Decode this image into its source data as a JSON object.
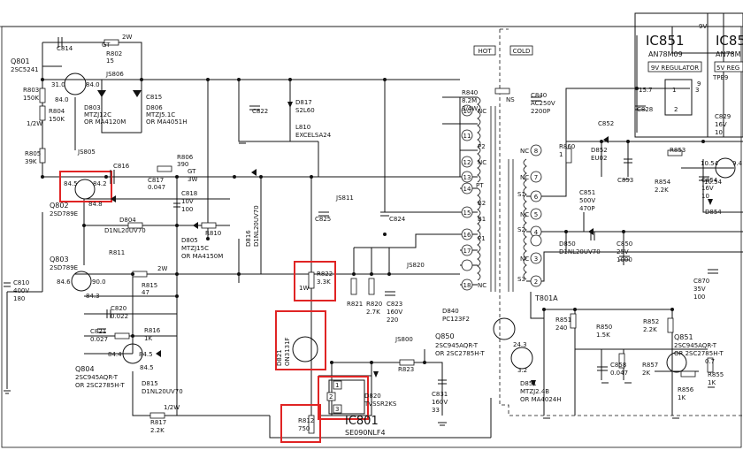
{
  "zones": {
    "hot": "HOT",
    "cold": "COLD"
  },
  "ic801": {
    "label": "IC801",
    "part": "SE090NLF4",
    "pin1": "1",
    "pin2": "2",
    "pin3": "3"
  },
  "ic851": {
    "label": "IC851",
    "part": "AN78M09",
    "desc": "9V REGULATOR",
    "pin1": "1",
    "pin2": "2",
    "pin3": "3"
  },
  "ic85x": {
    "label": "IC85",
    "part": "AN78M",
    "desc": "5V REG"
  },
  "supply_9v": "9V",
  "tpe9": "TPE9",
  "q801": {
    "label": "Q801",
    "part": "2SC5241",
    "v_base": "31.0",
    "v_col": "84.0",
    "v_emit": "84.0"
  },
  "q802": {
    "label": "Q802",
    "part": "2SD789E",
    "v_b": "84.5",
    "v_c": "84.2",
    "v_e": "84.8"
  },
  "q803": {
    "label": "Q803",
    "part": "2SD789E",
    "v_b": "84.6",
    "v_e": "90.0"
  },
  "q804": {
    "label": "Q804",
    "part1": "2SC945AQR-T",
    "part2": "OR 2SC2785H-T",
    "v_b": "84.4",
    "v_e": "84.5"
  },
  "q850": {
    "label": "Q850",
    "part1": "2SC945AQR-T",
    "part2": "OR 2SC2785H-T",
    "v_b": "24.3",
    "v_e": "3.2"
  },
  "q851": {
    "label": "Q851",
    "part1": "2SC945AQR-T",
    "part2": "OR 2SC2785H-T",
    "v": "0.7"
  },
  "q85x": {
    "v1": "10.54",
    "v2": "9.4"
  },
  "volt_misc": {
    "v843": "84.3",
    "v1": "15.7",
    "v2": "9",
    "v3": "10.54"
  },
  "t801": {
    "label": "T801A",
    "pins": [
      "10",
      "11",
      "12",
      "13",
      "14",
      "15",
      "16",
      "17",
      "18",
      "8",
      "7",
      "6",
      "5",
      "4",
      "3",
      "2"
    ],
    "nc": "NC",
    "p2": "P2",
    "b2": "B2",
    "pt": "PT",
    "b1": "B1",
    "p1": "P1",
    "s1": "S1",
    "s2": "S2",
    "s3": "S3"
  },
  "d840": {
    "label": "D840",
    "part": "PC123F2"
  },
  "components": {
    "c814": "C814",
    "r802": {
      "ref": "R802",
      "val": "15",
      "w": "2W",
      "gt": "GT"
    },
    "js806": "JS806",
    "c815": "C815",
    "d803": {
      "ref": "D803",
      "part": "MTZJ12C",
      "alt": "OR MA4120M"
    },
    "d806": {
      "ref": "D806",
      "part": "MTZJ5.1C",
      "alt": "OR MA4051H"
    },
    "r803": {
      "ref": "R803",
      "val": "150K"
    },
    "r804": {
      "ref": "R804",
      "val": "150K",
      "w": "1/2W"
    },
    "r805": {
      "ref": "R805",
      "val": "39K"
    },
    "js805": "JS805",
    "c816": "C816",
    "r806": {
      "ref": "R806",
      "val": "390",
      "w": "3W",
      "gt": "GT"
    },
    "c817": {
      "ref": "C817",
      "val": "0.047"
    },
    "c818": {
      "ref": "C818",
      "v1": "10V",
      "v2": "100"
    },
    "d804": {
      "ref": "D804",
      "part": "D1NL20UV70"
    },
    "r810": "R810",
    "r811": "R811",
    "d805": {
      "ref": "D805",
      "part": "MTZJ15C",
      "alt": "OR MA4150M"
    },
    "d816": {
      "ref": "D816",
      "part": "D1NL20UV70"
    },
    "c822": "C822",
    "d817": {
      "ref": "D817",
      "part": "S2L60"
    },
    "l810": {
      "ref": "L810",
      "part": "EXCELSA24"
    },
    "js811": "JS811",
    "c825": "C825",
    "c824": "C824",
    "r822": {
      "ref": "R822",
      "val": "3.3K",
      "w": "1W"
    },
    "js820": "JS820",
    "r821": "R821",
    "r820": {
      "ref": "R820",
      "val": "2.7K"
    },
    "c823": {
      "ref": "C823",
      "v1": "160V",
      "v2": "220"
    },
    "c810": {
      "ref": "C810",
      "v1": "400V",
      "v2": "180"
    },
    "r816": {
      "ref": "R816",
      "val": "1K"
    },
    "r815": {
      "ref": "R815",
      "val": "47",
      "w": "2W"
    },
    "c820": {
      "ref": "C820",
      "val": "0.022"
    },
    "c821": {
      "ref": "C821",
      "val": "0.027"
    },
    "d815": {
      "ref": "D815",
      "part": "D1NL20UV70"
    },
    "r817": {
      "ref": "R817",
      "val": "2.2K",
      "w": "1/2W"
    },
    "d821": {
      "ref": "D821",
      "part": "ON3131F"
    },
    "js800": "JS800",
    "r823": "R823",
    "c831": {
      "ref": "C831",
      "v1": "160V",
      "v2": "33"
    },
    "d820": {
      "ref": "D820",
      "part": "TVSSR2KS"
    },
    "r812": {
      "ref": "R812",
      "val": "750"
    },
    "r840": {
      "ref": "R840",
      "val": "8.2M",
      "w": "3/4W"
    },
    "ns": "NS",
    "c840": {
      "ref": "C840",
      "v1": "AC250V",
      "v2": "2200P"
    },
    "r860": {
      "ref": "R860",
      "val": "1"
    },
    "c852": "C852",
    "d852": {
      "ref": "D852",
      "part": "EU02"
    },
    "c853": "C853",
    "r853": "R853",
    "r854": {
      "ref": "R854",
      "val": "2.2K"
    },
    "c854": {
      "ref": "C854",
      "v1": "16V",
      "v2": "10"
    },
    "d854": "D854",
    "c851": {
      "ref": "C851",
      "v1": "500V",
      "v2": "470P"
    },
    "d850": {
      "ref": "D850",
      "part": "D1NL20UV70"
    },
    "c850": {
      "ref": "C850",
      "v1": "25V",
      "v2": "1000"
    },
    "c870": {
      "ref": "C870",
      "v1": "35V",
      "v2": "100"
    },
    "c828": "C828",
    "c829": {
      "ref": "C829",
      "v1": "16V",
      "v2": "10"
    },
    "r851": {
      "ref": "R851",
      "val": "240"
    },
    "r850": {
      "ref": "R850",
      "val": "1.5K"
    },
    "r852": {
      "ref": "R852",
      "val": "2.2K"
    },
    "d851": {
      "ref": "D851",
      "part": "MTZJ2.4B",
      "alt": "OR MA4024H"
    },
    "c858": {
      "ref": "C858",
      "val": "0.047"
    },
    "r857": {
      "ref": "R857",
      "val": "2K"
    },
    "r856": {
      "ref": "R856",
      "val": "1K"
    },
    "r855": {
      "ref": "R855",
      "val": "1K"
    }
  }
}
